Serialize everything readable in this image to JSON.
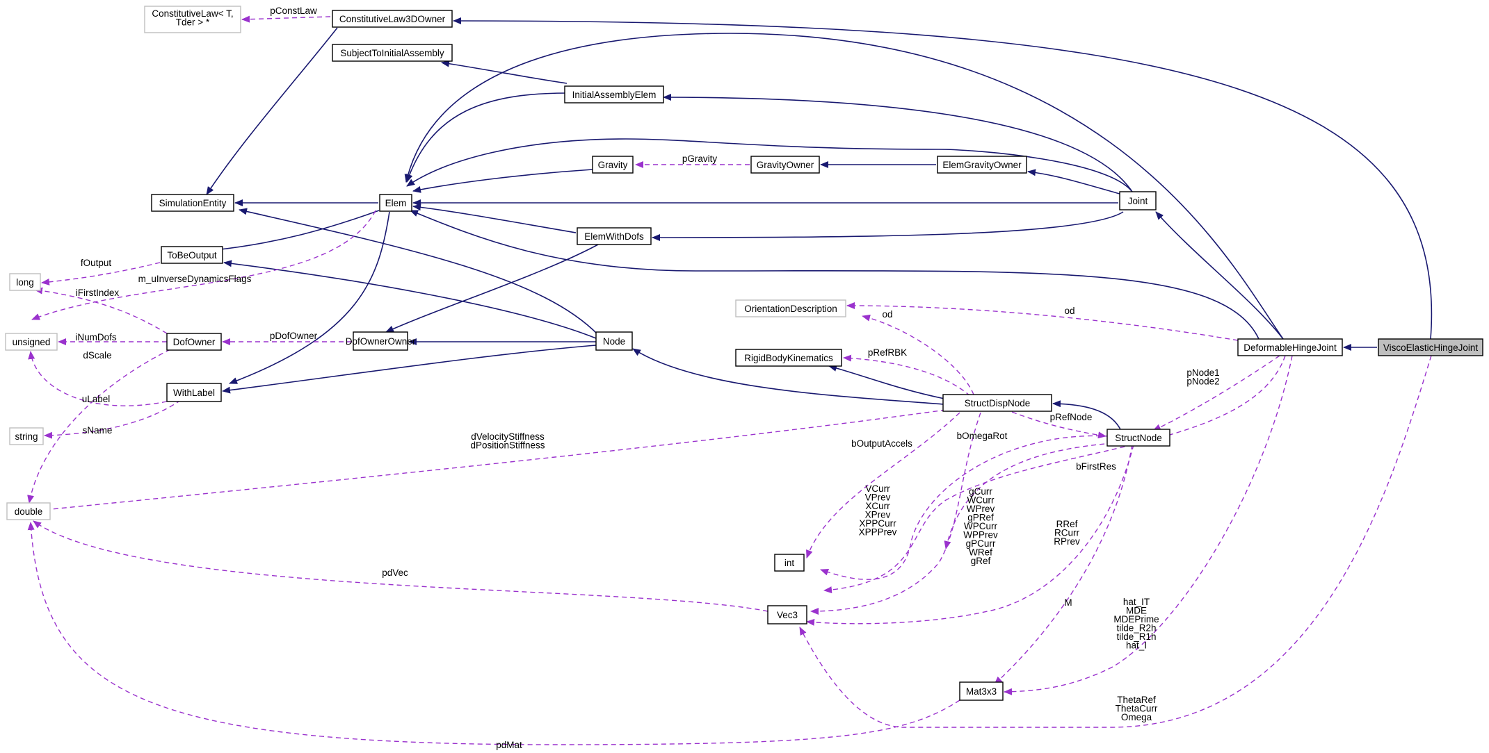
{
  "nodes": {
    "visco_elastic_hinge_joint": "ViscoElasticHingeJoint",
    "deformable_hinge_joint": "DeformableHingeJoint",
    "constitutive_law": [
      "ConstitutiveLaw< T,",
      "Tder > *"
    ],
    "constitutive_law_3d_owner": "ConstitutiveLaw3DOwner",
    "subject_to_initial_assembly": "SubjectToInitialAssembly",
    "initial_assembly_elem": "InitialAssemblyElem",
    "simulation_entity": "SimulationEntity",
    "elem": "Elem",
    "gravity": "Gravity",
    "gravity_owner": "GravityOwner",
    "elem_gravity_owner": "ElemGravityOwner",
    "joint": "Joint",
    "to_be_output": "ToBeOutput",
    "elem_with_dofs": "ElemWithDofs",
    "long": "long",
    "unsigned": "unsigned",
    "dof_owner": "DofOwner",
    "dof_owner_owner": "DofOwnerOwner",
    "node": "Node",
    "orientation_description": "OrientationDescription",
    "rigid_body_kinematics": "RigidBodyKinematics",
    "with_label": "WithLabel",
    "struct_disp_node": "StructDispNode",
    "struct_node": "StructNode",
    "string": "string",
    "double": "double",
    "int": "int",
    "vec3": "Vec3",
    "mat3x3": "Mat3x3"
  },
  "edge_labels": {
    "pconstlaw": [
      "pConstLaw"
    ],
    "pgravity": [
      "pGravity"
    ],
    "foutput": [
      "fOutput"
    ],
    "inverse_flags": [
      "m_uInverseDynamicsFlags"
    ],
    "ifirstindex": [
      "iFirstIndex"
    ],
    "inumdofs": [
      "iNumDofs"
    ],
    "pdofowner": [
      "pDofOwner"
    ],
    "dscale": [
      "dScale"
    ],
    "ulabel": [
      "uLabel"
    ],
    "sname": [
      "sName"
    ],
    "od_struct": [
      "od"
    ],
    "od_deformable": [
      "od"
    ],
    "prefrbk": [
      "pRefRBK"
    ],
    "pnodes": [
      "pNode1",
      "pNode2"
    ],
    "prefnode": [
      "pRefNode"
    ],
    "stiffness": [
      "dVelocityStiffness",
      "dPositionStiffness"
    ],
    "boutputaccels": [
      "bOutputAccels"
    ],
    "bomegarot": [
      "bOmegaRot"
    ],
    "bfirstres": [
      "bFirstRes"
    ],
    "vcurr_group": [
      "VCurr",
      "VPrev",
      "XCurr",
      "XPrev",
      "XPPCurr",
      "XPPPrev"
    ],
    "gcurr_group": [
      "gCurr",
      "WCurr",
      "WPrev",
      "gPRef",
      "WPCurr",
      "WPPrev",
      "gPCurr",
      "WRef",
      "gRef"
    ],
    "rref_group": [
      "RRef",
      "RCurr",
      "RPrev"
    ],
    "m": [
      "M"
    ],
    "hat_group": [
      "hat_IT",
      "MDE",
      "MDEPrime",
      "tilde_R2h",
      "tilde_R1h",
      "hat_I"
    ],
    "theta_group": [
      "ThetaRef",
      "ThetaCurr",
      "Omega"
    ],
    "pdvec": [
      "pdVec"
    ],
    "pdmat": [
      "pdMat"
    ]
  },
  "colors": {
    "inheritance": "#191970",
    "usage": "#9a32cd",
    "grey_border": "#bfbfbf",
    "highlight_fill": "#bfbfbf"
  }
}
